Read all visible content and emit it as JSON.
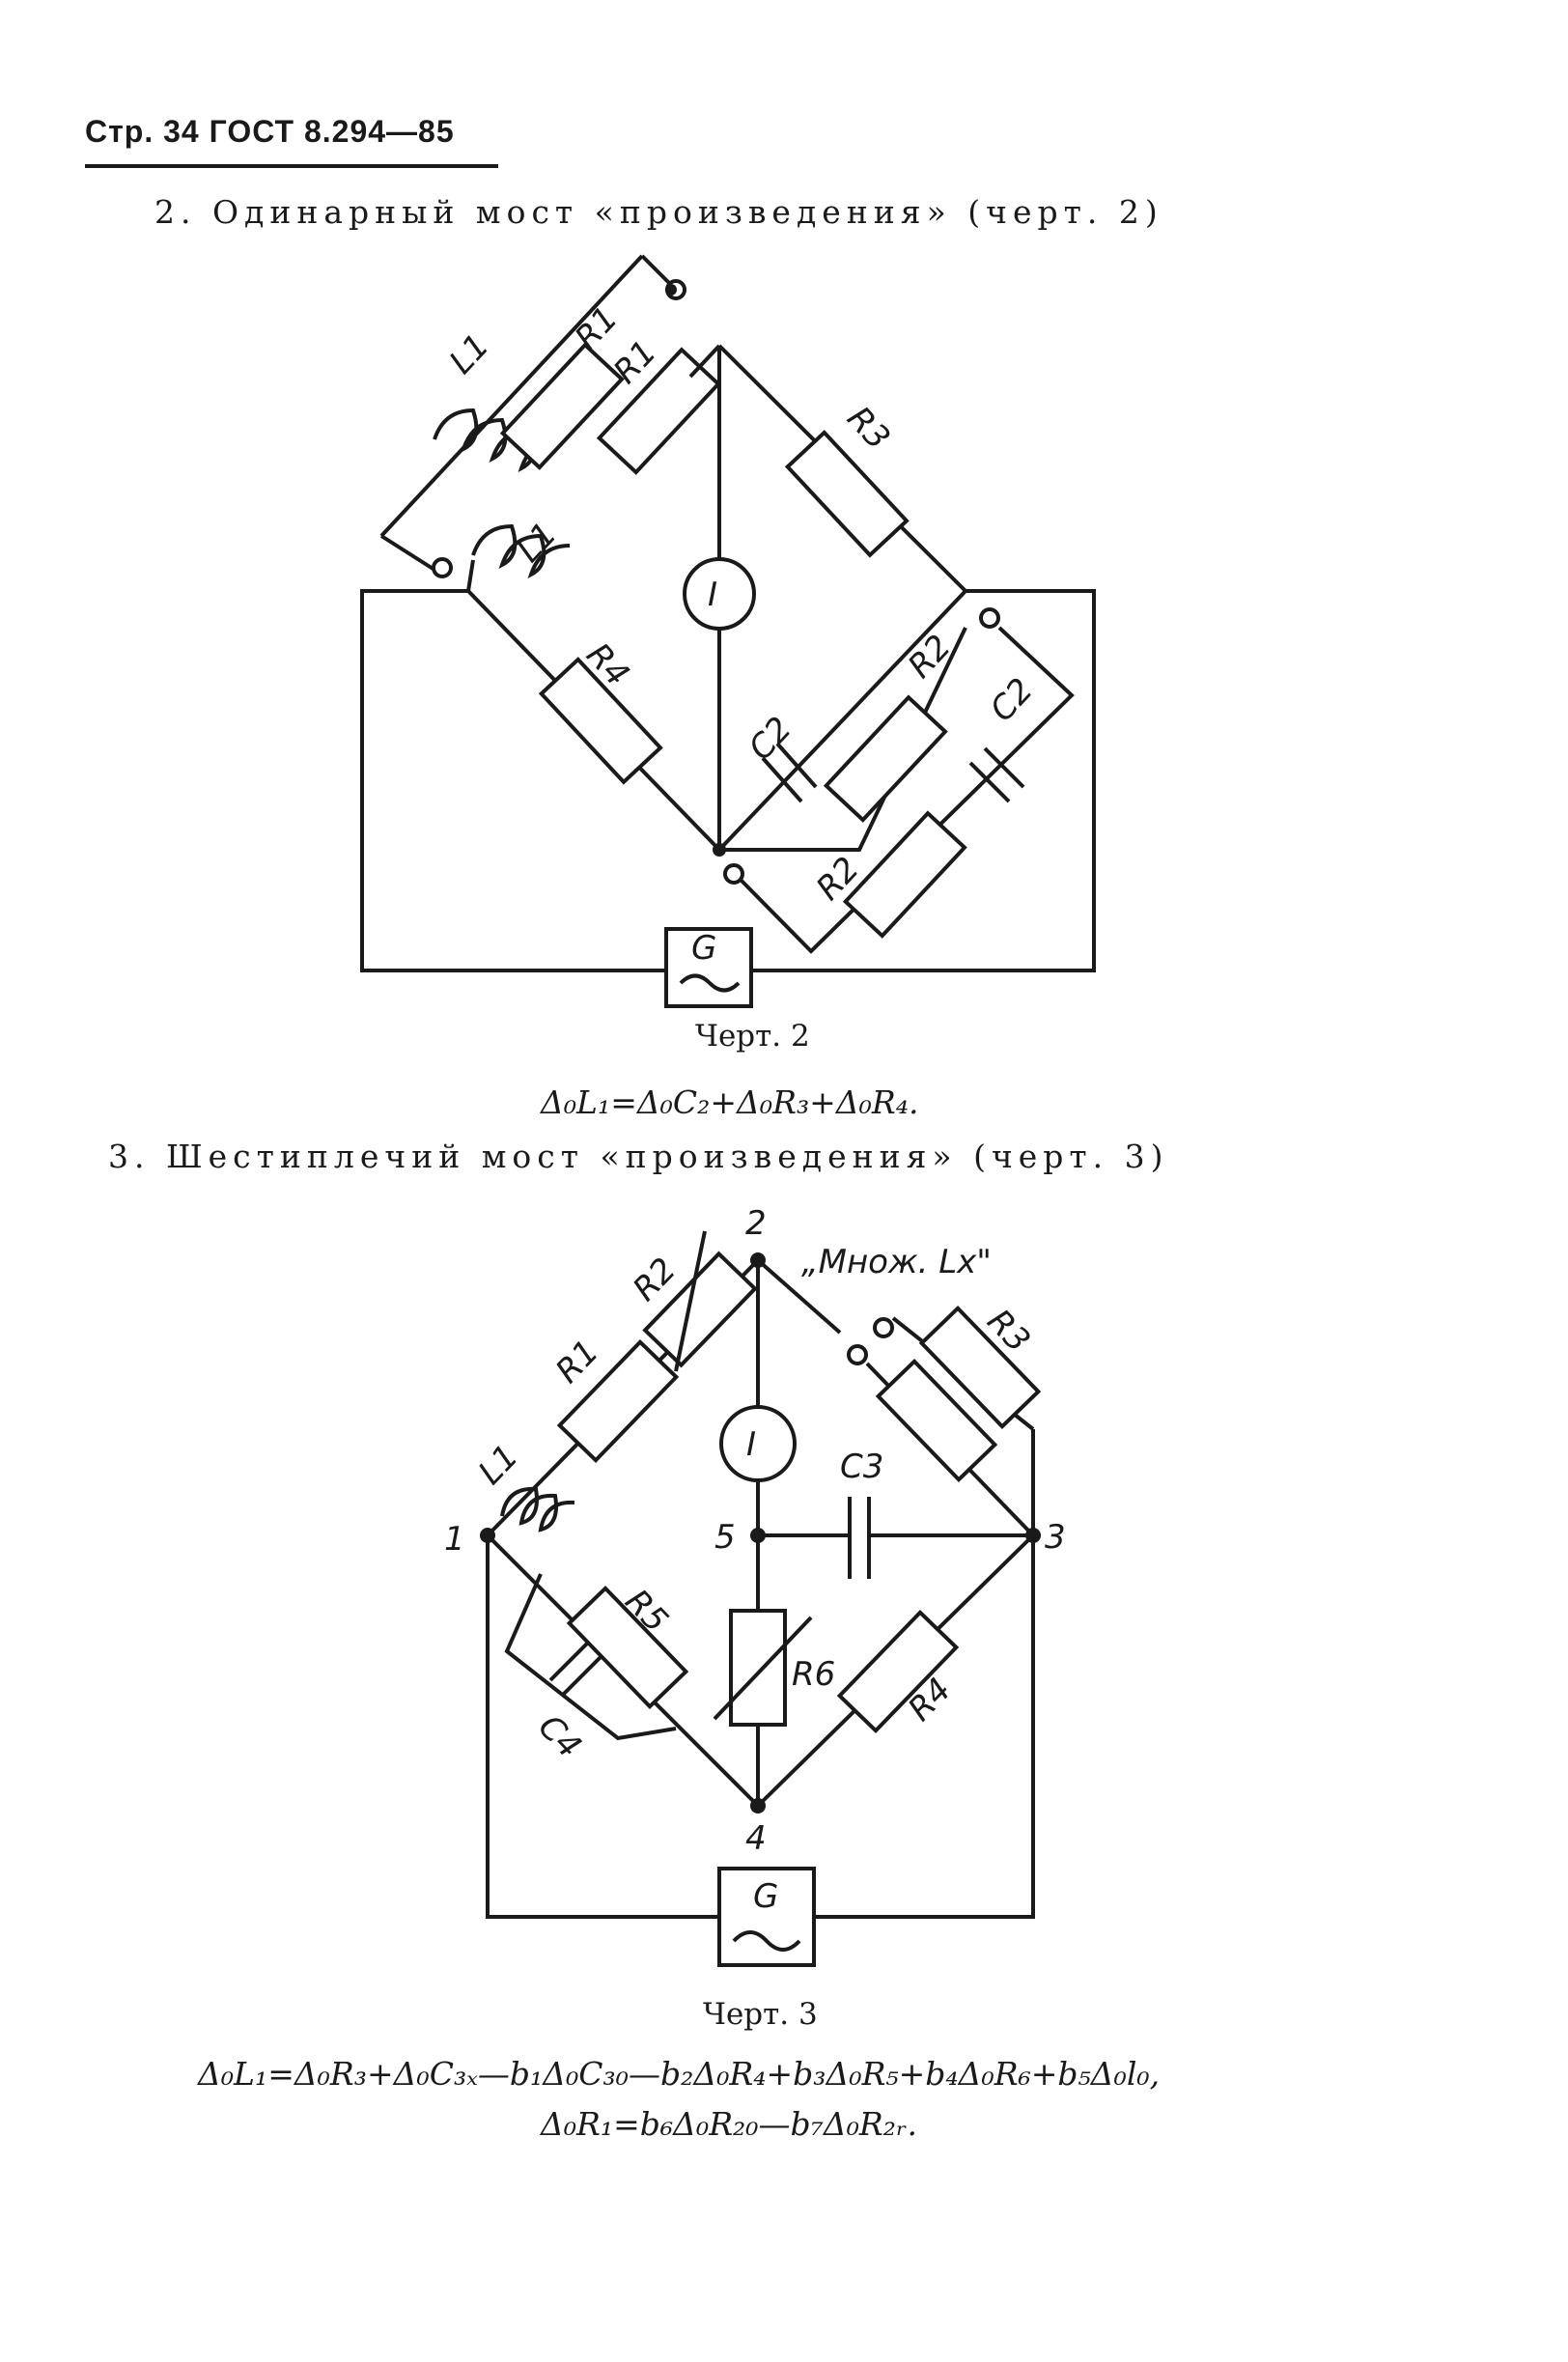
{
  "header": {
    "text": "Стр. 34 ГОСТ 8.294—85"
  },
  "sections": [
    {
      "number": "2.",
      "title": "Одинарный мост «произведения» (черт. 2)"
    },
    {
      "number": "3.",
      "title": "Шестиплечий мост «произведения» (черт. 3)"
    }
  ],
  "figures": [
    {
      "caption": "Черт. 2",
      "labels": {
        "l1_top": "L1",
        "r1_top": "R1",
        "r1_mid": "R1",
        "l1_mid": "L1",
        "r3": "R3",
        "indicator": "I",
        "r4": "R4",
        "c2_left": "C2",
        "r2_mid": "R2",
        "c2_right": "C2",
        "r2_bottom": "R2",
        "generator": "G"
      }
    },
    {
      "caption": "Черт. 3",
      "labels": {
        "node2": "2",
        "mult": "„Множ. Lx\"",
        "r2": "R2",
        "r1": "R1",
        "r3": "R3",
        "l1": "L1",
        "indicator": "I",
        "c3": "C3",
        "node1": "1",
        "node5": "5",
        "node3": "3",
        "r5": "R5",
        "r6": "R6",
        "r4": "R4",
        "c4": "C4",
        "node4": "4",
        "generator": "G"
      }
    }
  ],
  "formulas": {
    "f1": "Δ₀L₁=Δ₀C₂+Δ₀R₃+Δ₀R₄.",
    "f2": "Δ₀L₁=Δ₀R₃+Δ₀C₃ₓ—b₁Δ₀C₃₀—b₂Δ₀R₄+b₃Δ₀R₅+b₄Δ₀R₆+b₅Δ₀l₀,",
    "f3": "Δ₀R₁=b₆Δ₀R₂₀—b₇Δ₀R₂ᵣ."
  }
}
